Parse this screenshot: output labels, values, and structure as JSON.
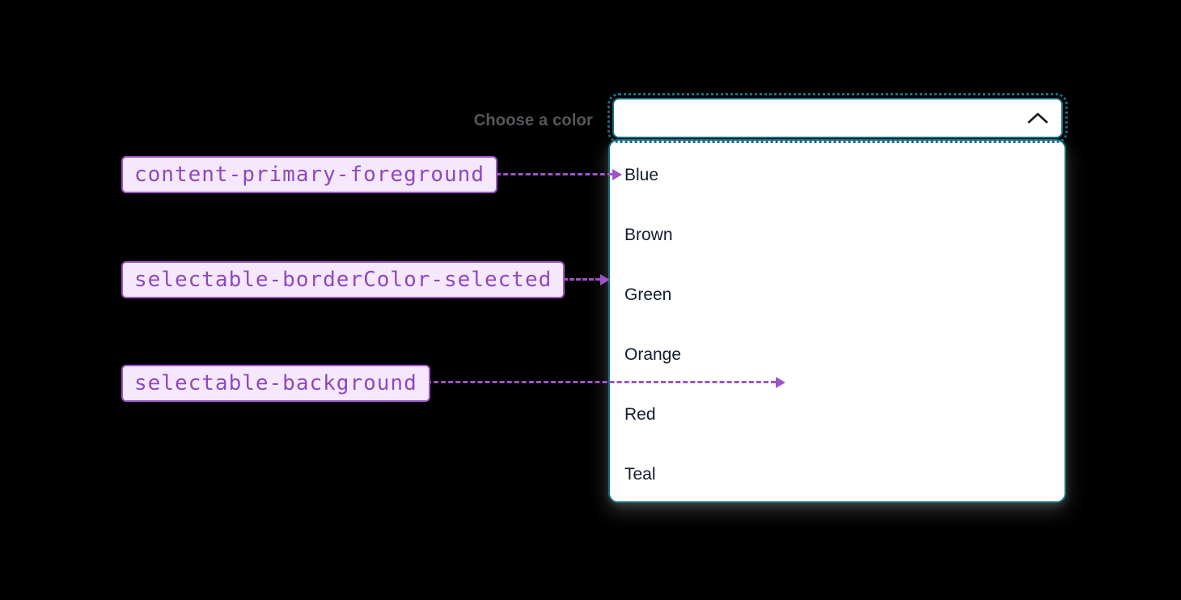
{
  "page": {
    "background": "#000000"
  },
  "select": {
    "label": "Choose a color",
    "value": "",
    "state": "open",
    "chevron_icon": "chevron-up-icon",
    "colors": {
      "border": "#156F85",
      "background": "#FFFFFF",
      "option_text": "#121C2D",
      "label_text": "#55585C"
    },
    "options": [
      "Blue",
      "Brown",
      "Green",
      "Orange",
      "Red",
      "Teal"
    ]
  },
  "annotations": {
    "colors": {
      "box_background": "#F6E8FC",
      "box_border": "#9C54C8",
      "text": "#8D49BD",
      "arrow": "#9C54C8"
    },
    "items": [
      "content-primary-foreground",
      "selectable-borderColor-selected",
      "selectable-background"
    ]
  }
}
